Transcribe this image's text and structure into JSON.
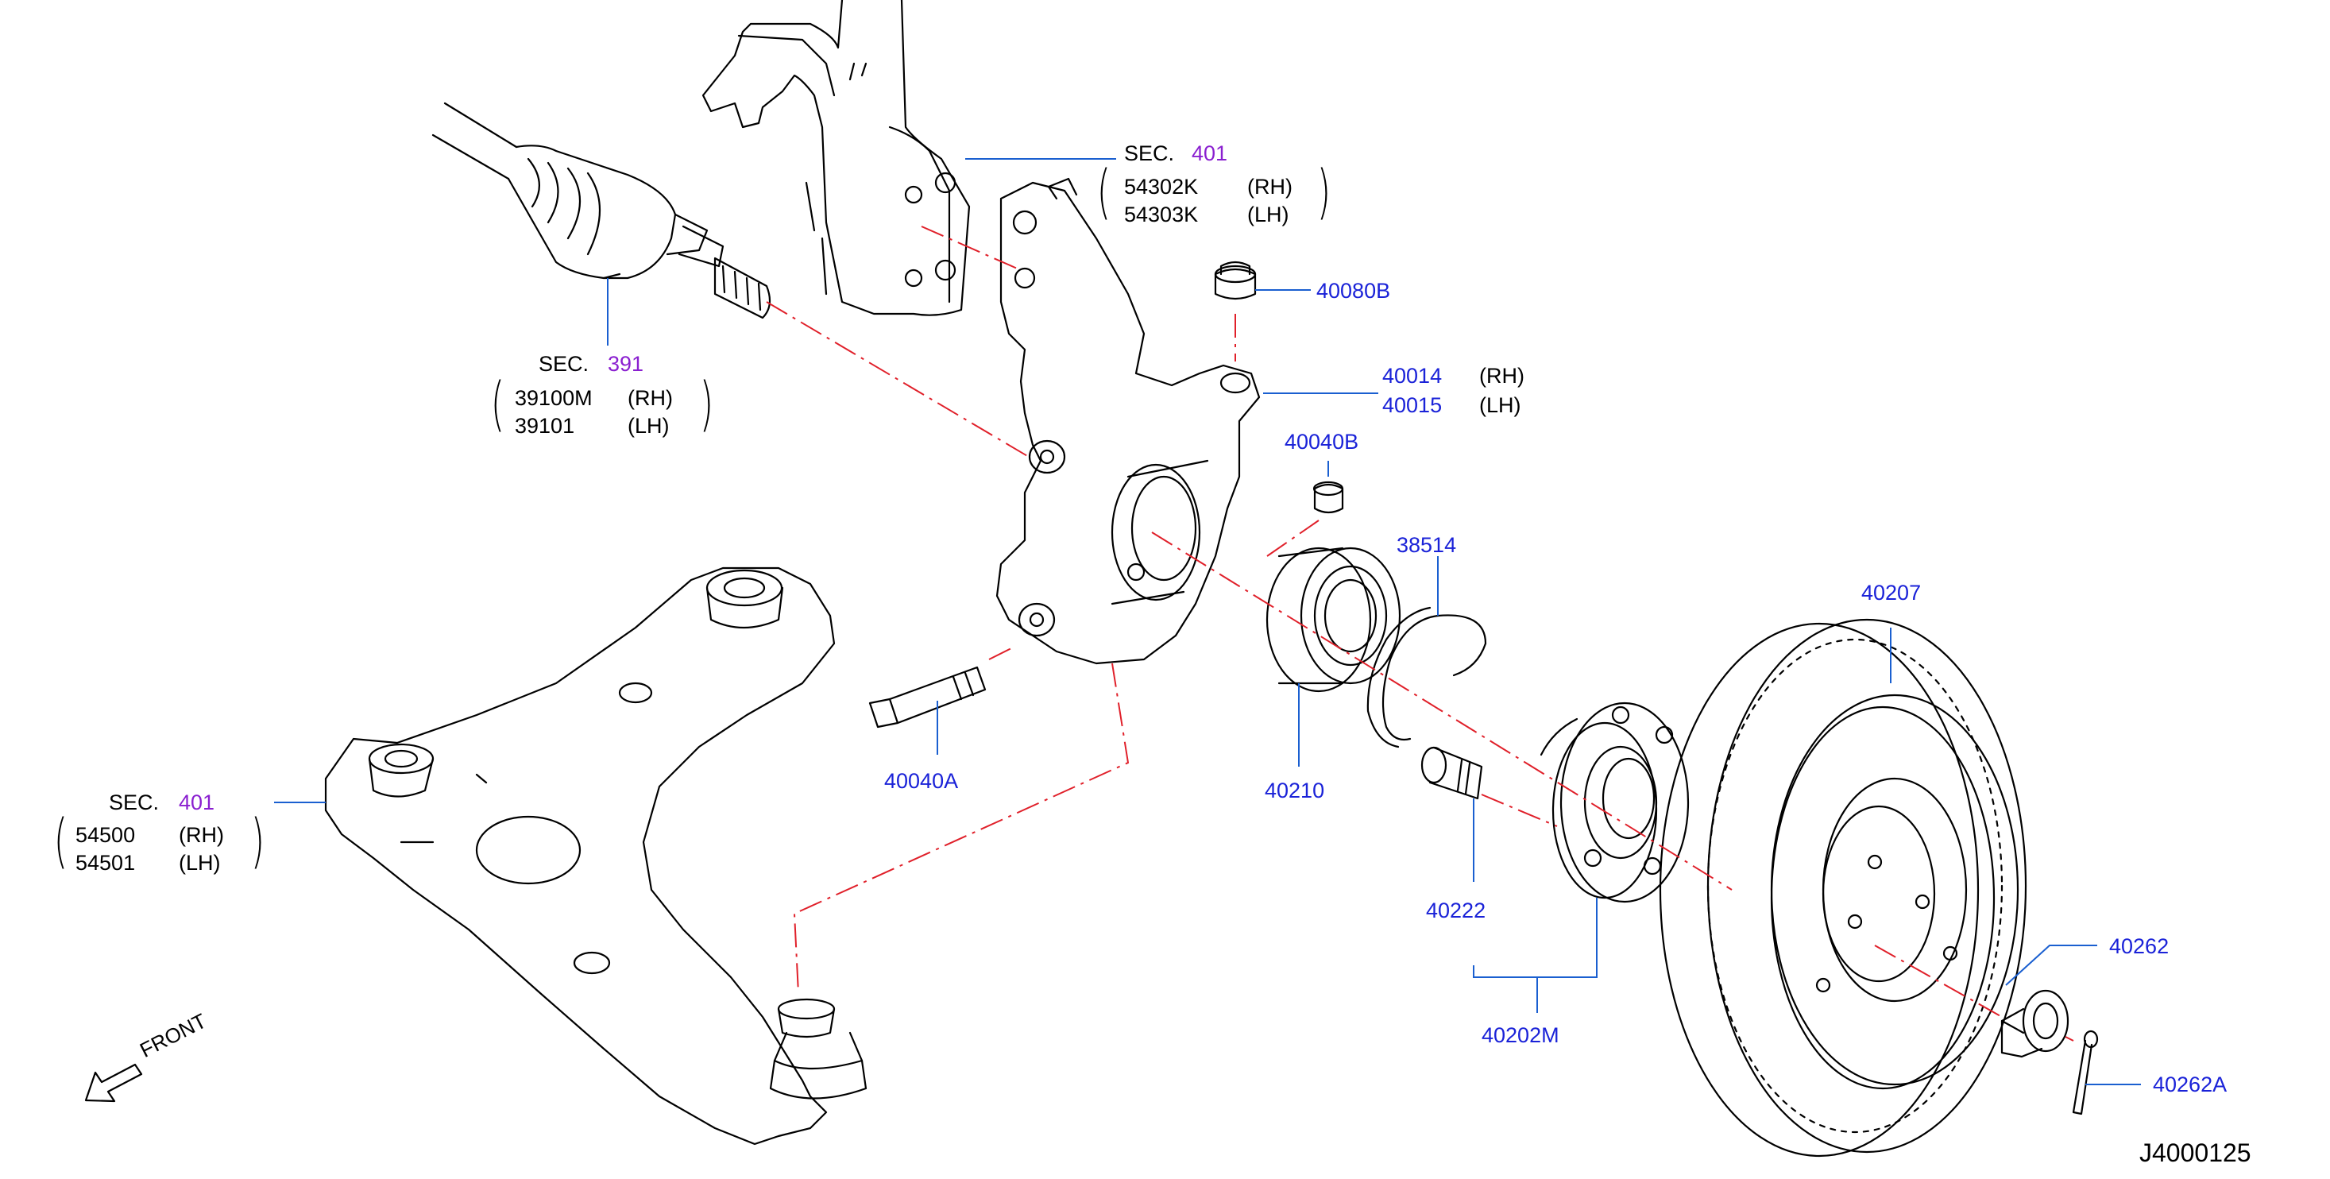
{
  "figure_id": "J4000125",
  "front_label": "FRONT",
  "colors": {
    "part_number": "#1a22d8",
    "section_number": "#8a1fd0",
    "centerline": "#e0202a",
    "leader": "#1a5fd0",
    "outline": "#000000"
  },
  "refs": {
    "strut": {
      "sec_word": "SEC.",
      "sec_num": "401",
      "rows": [
        {
          "part": "54302K",
          "side": "(RH)"
        },
        {
          "part": "54303K",
          "side": "(LH)"
        }
      ]
    },
    "driveshaft": {
      "sec_word": "SEC.",
      "sec_num": "391",
      "rows": [
        {
          "part": "39100M",
          "side": "(RH)"
        },
        {
          "part": "39101",
          "side": "(LH)"
        }
      ]
    },
    "control_arm": {
      "sec_word": "SEC.",
      "sec_num": "401",
      "rows": [
        {
          "part": "54500",
          "side": "(RH)"
        },
        {
          "part": "54501",
          "side": "(LH)"
        }
      ]
    }
  },
  "parts": {
    "nut_top": "40080B",
    "knuckle_rh": "40014",
    "knuckle_lh": "40015",
    "knuckle_rh_side": "(RH)",
    "knuckle_lh_side": "(LH)",
    "nut_mid": "40040B",
    "snap_ring": "38514",
    "rotor": "40207",
    "bolt": "40040A",
    "bearing": "40210",
    "hub_bolt": "40222",
    "hub_assembly": "40202M",
    "hub_nut": "40262",
    "cotter_pin": "40262A"
  },
  "icons": [
    "front-arrow-icon"
  ]
}
